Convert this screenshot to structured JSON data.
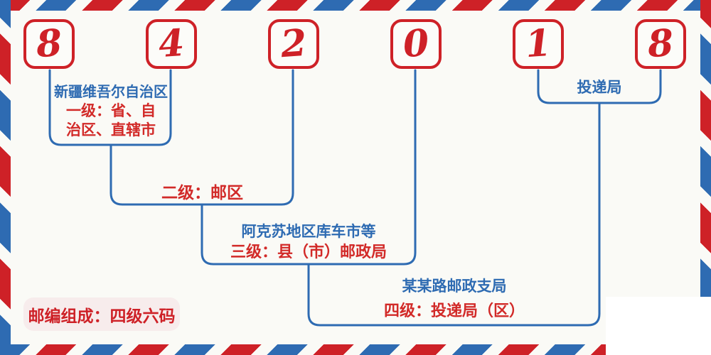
{
  "postal_code": {
    "digits": [
      "8",
      "4",
      "2",
      "0",
      "1",
      "8"
    ]
  },
  "annotations": {
    "level1": {
      "place": "新疆维吾尔自治区",
      "line1": "一级：省、自",
      "line2": "治区、直辖市"
    },
    "level2": {
      "label": "二级：邮区"
    },
    "level3": {
      "place": "阿克苏地区库车市等",
      "label": "三级：县（市）邮政局"
    },
    "level4": {
      "place": "某某路邮政支局",
      "label": "四级：投递局（区）"
    },
    "delivery": {
      "label": "投递局"
    }
  },
  "footer_badge": {
    "text": "邮编组成：四级六码"
  },
  "colors": {
    "stripe_red": "#ce2127",
    "stripe_blue": "#2e6bb2",
    "digit_red": "#ce2127",
    "text_blue": "#2e6bb2",
    "text_red": "#d22a28",
    "background": "#fafaf6",
    "badge_background": "#f7ecec"
  }
}
